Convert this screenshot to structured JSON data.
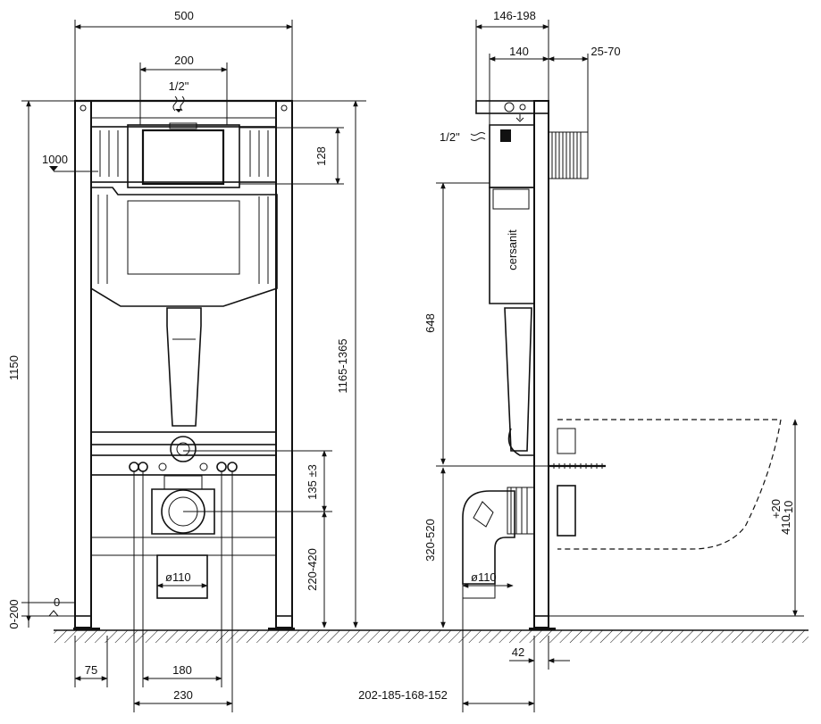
{
  "front_view": {
    "width_label": "500",
    "inlet_width_label": "200",
    "inlet_thread_label": "1/2\"",
    "tank_height_label": "128",
    "side_level_label": "1000",
    "total_height_label": "1150",
    "adjustable_height_label": "1165-1365",
    "mount_spacing_label": "135 ±3",
    "outlet_height_label": "220-420",
    "foot_height_label": "0-200",
    "zero_label": "0",
    "pipe_diameter_label": "ø110",
    "foot_offset_label": "75",
    "bolt_spacing_label": "180",
    "bolt_outer_label": "230"
  },
  "side_view": {
    "depth_total_label": "146-198",
    "depth_label": "140",
    "wall_depth_label": "25-70",
    "inlet_thread_label": "1/2\"",
    "brand_label": "cersanit",
    "height_label": "648",
    "outlet_height_label": "320-520",
    "pipe_diameter_label": "ø110",
    "wc_height_label": "410",
    "wc_tolerance_upper": "+20",
    "wc_tolerance_lower": "-10",
    "foot_depth_label": "42",
    "bottom_distances_label": "202-185-168-152"
  }
}
